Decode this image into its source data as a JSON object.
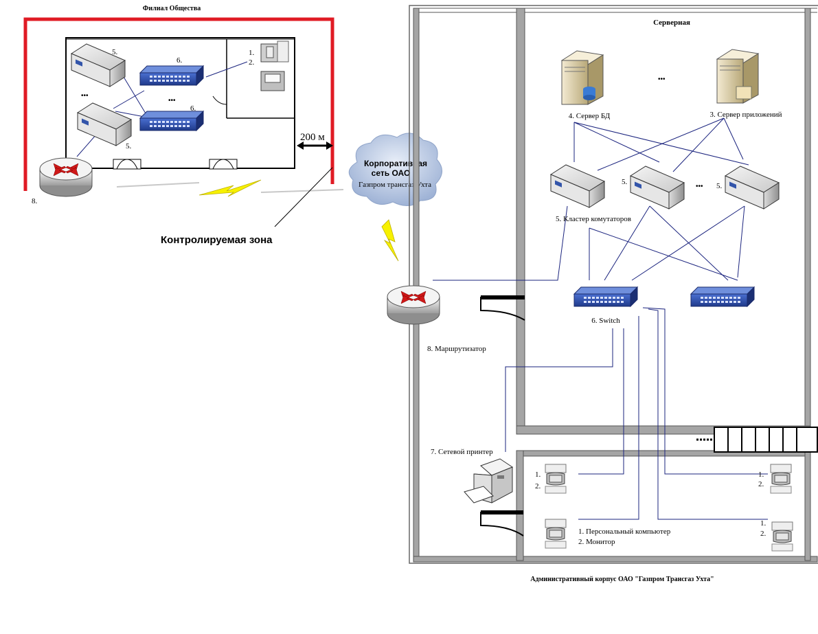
{
  "branch": {
    "title": "Филиал Общества",
    "distance_label": "200 м",
    "controlled_zone_label": "Контролируемая зона",
    "switch_cluster_label_top": "5.",
    "switch_cluster_label_bottom": "5.",
    "switch_label_top": "6.",
    "switch_label_bottom": "6.",
    "router_label": "8.",
    "pc_label": "1.",
    "monitor_label": "2.",
    "ellipsis_left": "•••",
    "ellipsis_mid": "•••"
  },
  "cloud": {
    "line1": "Корпоративная",
    "line2": "сеть    ОАО",
    "line3": "Газпром трансгаз Ухта"
  },
  "server_room": {
    "title": "Серверная",
    "db_server_label": "4. Сервер БД",
    "app_server_label": "3. Сервер приложений",
    "ellipsis_servers": "•••",
    "cluster_label": "5. Кластер комутаторов",
    "cluster_num_mid": "5.",
    "cluster_num_right": "5.",
    "ellipsis_cluster": "•••",
    "switch_label": "6. Switch"
  },
  "main_building": {
    "router_label": "8. Маршрутизатор",
    "printer_label": "7. Сетевой принтер",
    "pc_legend": "1. Персональный компьютер",
    "monitor_legend": "2. Монитор",
    "ws_num1": "1.",
    "ws_num2": "2.",
    "caption": "Административный корпус ОАО \"Газпром Трансгаз Ухта\""
  },
  "colors": {
    "zone_red": "#e01b24",
    "link_blue": "#1a237e",
    "switch_blue": "#2c4aa8",
    "lightning_yellow": "#f4f000",
    "cloud_fill": "#b9c9e3",
    "wall_gray": "#9a9a9a"
  }
}
